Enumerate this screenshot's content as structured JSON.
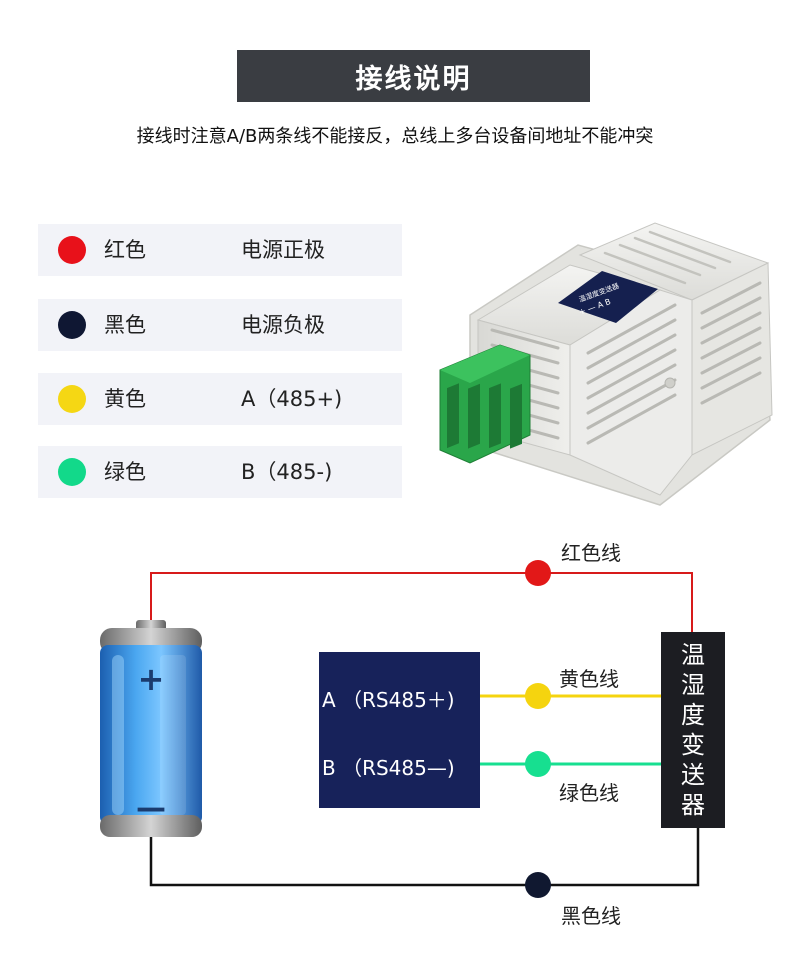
{
  "header": {
    "title": "接线说明",
    "note": "接线时注意A/B两条线不能接反，总线上多台设备间地址不能冲突"
  },
  "legend": [
    {
      "color_name": "红色",
      "meaning": "电源正极",
      "color": "#e8111a"
    },
    {
      "color_name": "黑色",
      "meaning": "电源负极",
      "color": "#0f1733"
    },
    {
      "color_name": "黄色",
      "meaning": "A（485+)",
      "color": "#f5d714"
    },
    {
      "color_name": "绿色",
      "meaning": "B（485-)",
      "color": "#12d98a"
    }
  ],
  "device": {
    "panel_text": [
      "温湿度变送器",
      "+ — A B"
    ]
  },
  "wiring": {
    "module_a": "A （RS485＋)",
    "module_b": "B （RS485—)",
    "transmitter": "温湿度变送器",
    "red_wire": "红色线",
    "yellow_wire": "黄色线",
    "green_wire": "绿色线",
    "black_wire": "黑色线",
    "battery_plus": "+",
    "battery_minus": "—",
    "colors": {
      "red": "#d71a1a",
      "yellow": "#f5d40f",
      "green": "#17df90",
      "black": "#111111"
    }
  }
}
